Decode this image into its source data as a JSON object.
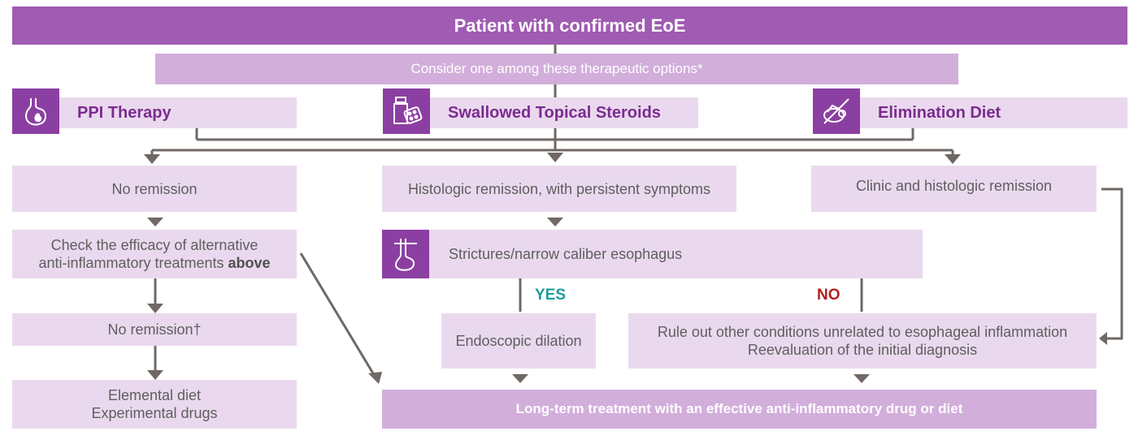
{
  "header": {
    "title": "Patient with confirmed EoE"
  },
  "consider": {
    "text": "Consider one among these therapeutic options*"
  },
  "therapies": {
    "ppi": "PPI Therapy",
    "steroids": "Swallowed Topical Steroids",
    "diet": "Elimination Diet"
  },
  "left": {
    "no_remission": "No remission",
    "check_line1": "Check the efficacy of alternative",
    "check_line2": "anti-inflammatory treatments ",
    "check_bold": "above",
    "no_remission_dagger": "No remission†",
    "elemental": "Elemental diet",
    "experimental": "Experimental drugs"
  },
  "middle": {
    "histologic": "Histologic remission, with persistent symptoms",
    "strictures": "Strictures/narrow caliber esophagus",
    "yes": "YES",
    "no": "NO",
    "dilation": "Endoscopic dilation",
    "rule_out": "Rule out other conditions unrelated to esophageal inflammation",
    "reevaluation": "Reevaluation of the initial diagnosis"
  },
  "right": {
    "clinic": "Clinic and histologic remission"
  },
  "footer": {
    "long_term": "Long-term treatment with an effective anti-inflammatory drug or diet"
  },
  "colors": {
    "dark_purple": "#a05bb3",
    "light_purple": "#ead9ee",
    "yes": "#1f9a9a",
    "no": "#b32020",
    "arrow": "#6f6865"
  }
}
